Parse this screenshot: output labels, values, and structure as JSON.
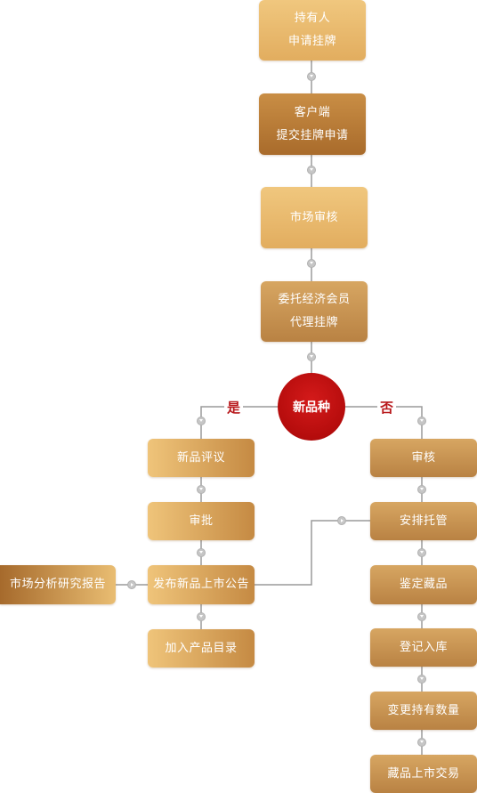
{
  "top_flow": [
    [
      "持有人",
      "申请挂牌"
    ],
    [
      "客户端",
      "提交挂牌申请"
    ],
    [
      "市场审核"
    ],
    [
      "委托经济会员",
      "代理挂牌"
    ]
  ],
  "decision": "新品种",
  "branch_yes": "是",
  "branch_no": "否",
  "yes_path": [
    "新品评议",
    "审批",
    "发布新品上市公告",
    "加入产品目录"
  ],
  "side_report": "市场分析研究报告",
  "no_path": [
    "审核",
    "安排托管",
    "鉴定藏品",
    "登记入库",
    "变更持有数量",
    "藏品上市交易"
  ]
}
